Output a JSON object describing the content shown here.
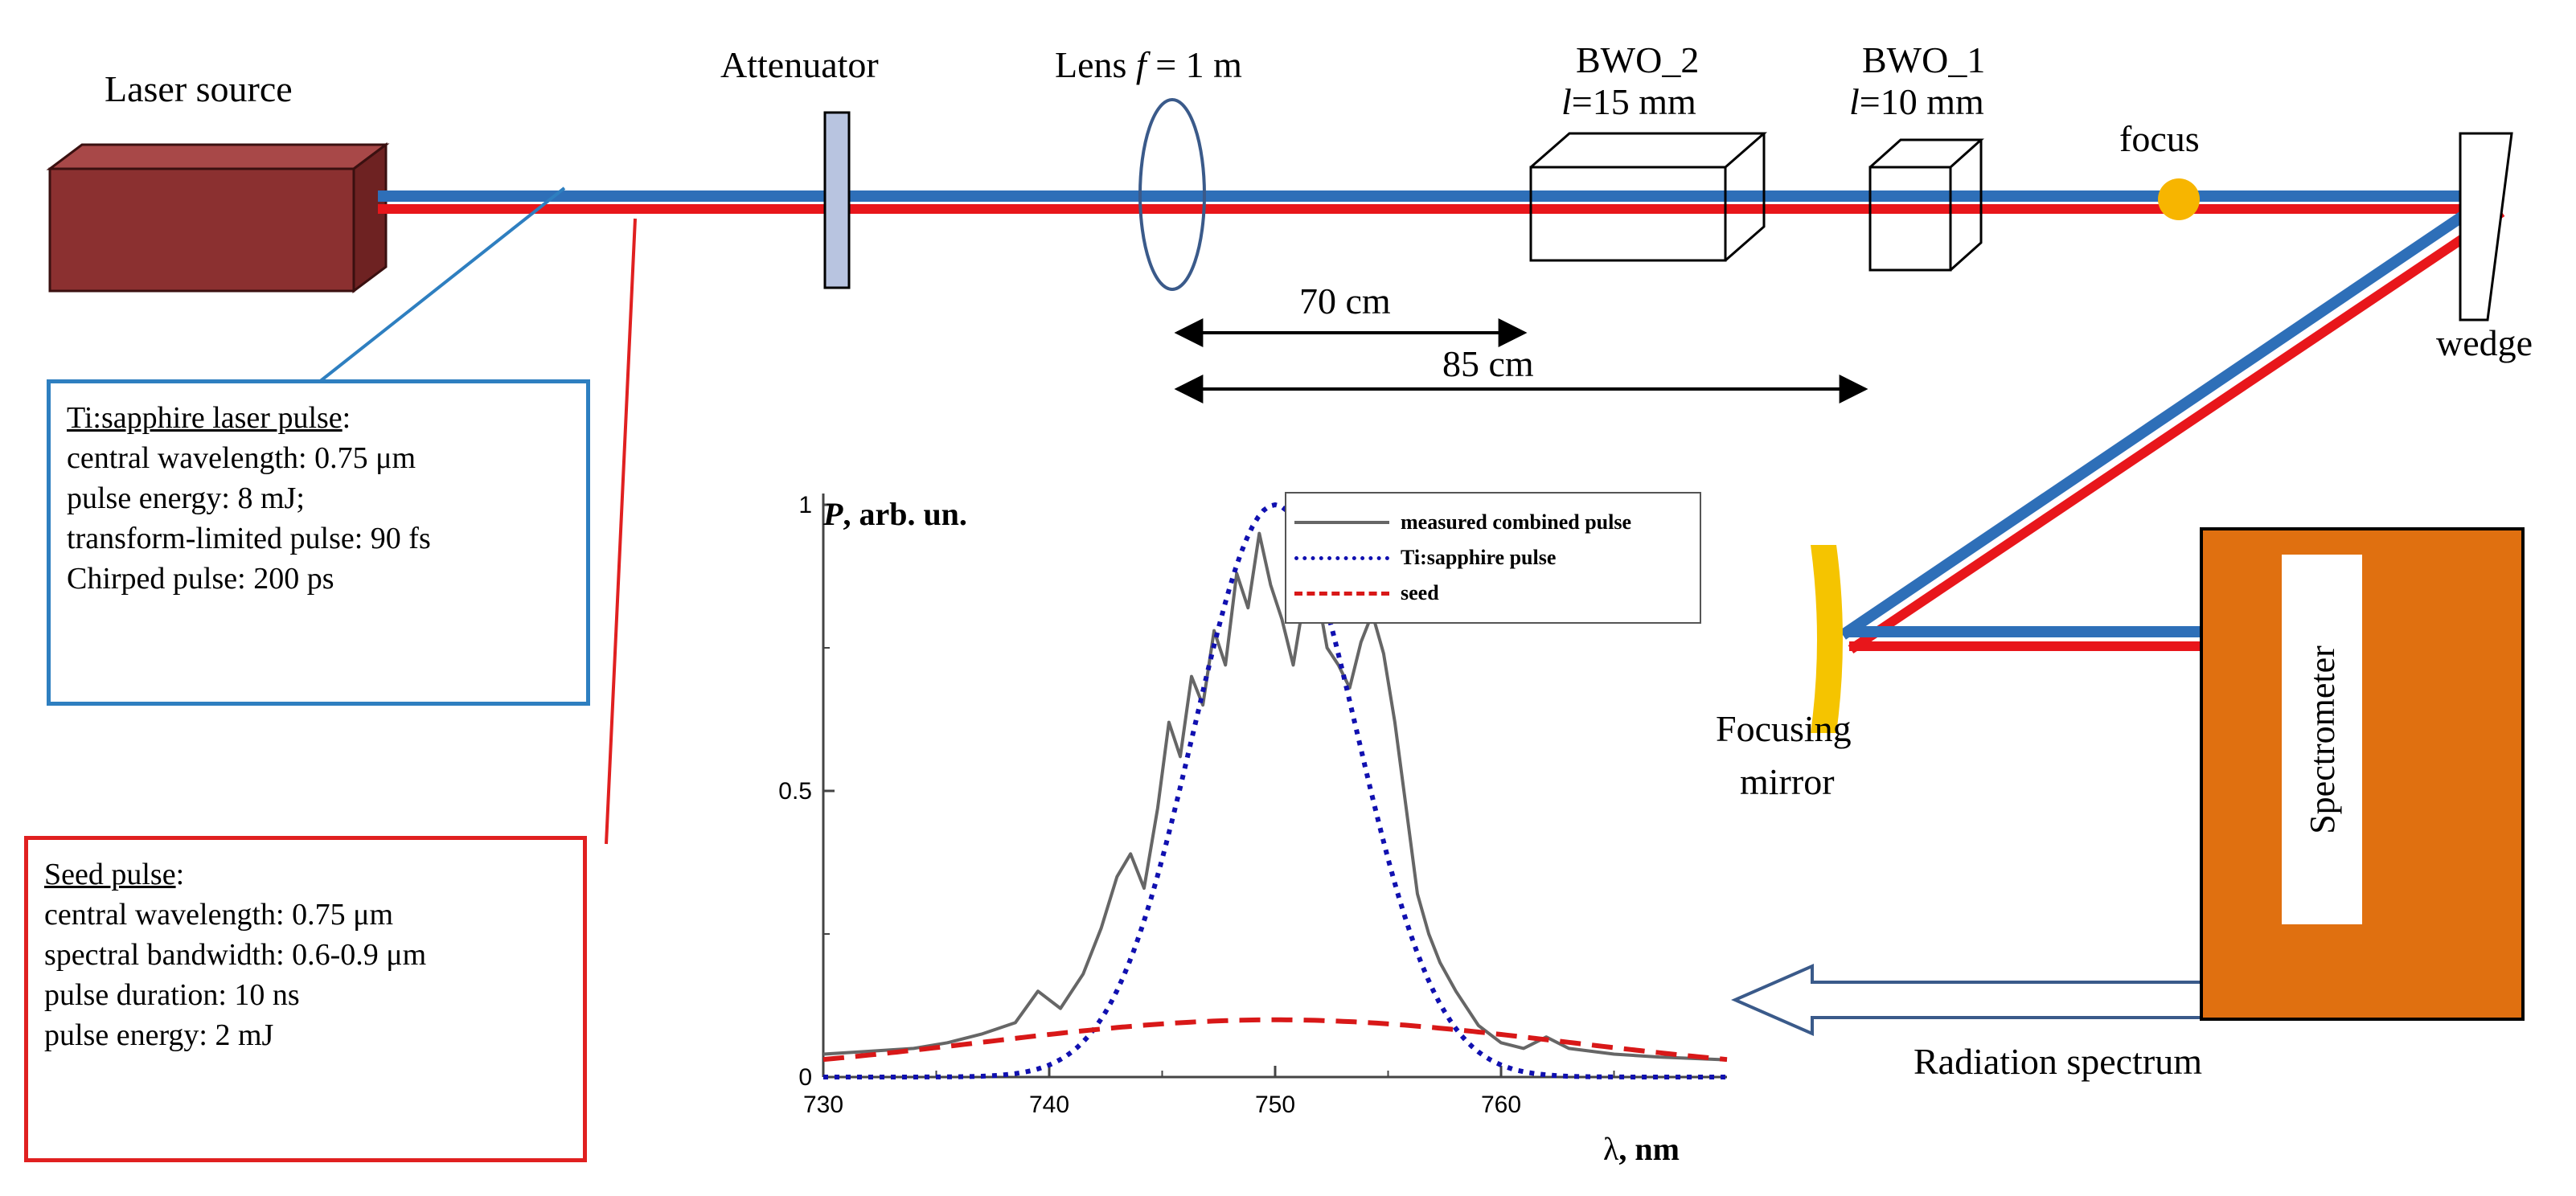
{
  "diagram": {
    "labels": {
      "laser_source": "Laser source",
      "attenuator": "Attenuator",
      "lens_prefix": "Lens ",
      "lens_f": "f",
      "lens_suffix": " = 1 m",
      "bwo2_name": "BWO_2",
      "bwo2_len_l": "l",
      "bwo2_len": "=15 mm",
      "bwo1_name": "BWO_1",
      "bwo1_len_l": "l",
      "bwo1_len": "=10 mm",
      "focus": "focus",
      "wedge": "wedge",
      "dist_70": "70 cm",
      "dist_85": "85 cm",
      "focusing_mirror_1": "Focusing",
      "focusing_mirror_2": "mirror",
      "spectrometer": "Spectrometer",
      "radiation_spectrum": "Radiation spectrum"
    },
    "ti_box": {
      "title": "Ti:sapphire laser pulse",
      "title_suffix": ":",
      "lines": [
        "central wavelength: 0.75 μm",
        "pulse energy: 8 mJ;",
        "transform-limited pulse: 90 fs",
        "Chirped pulse: 200 ps"
      ]
    },
    "seed_box": {
      "title": "Seed pulse",
      "title_suffix": ":",
      "lines": [
        "central wavelength: 0.75 μm",
        "spectral bandwidth: 0.6-0.9 μm",
        "pulse duration: 10 ns",
        "pulse energy: 2 mJ"
      ]
    },
    "colors": {
      "blue_beam": "#2e6fb8",
      "red_beam": "#e8161b",
      "laser_body": "#8b3030",
      "attenuator": "#b8c4e0",
      "focus_dot": "#f7b500",
      "mirror": "#f5c400",
      "spectrometer": "#e07010"
    }
  },
  "chart_data": {
    "type": "line",
    "ylabel_bold": "P",
    "ylabel_rest": ", arb. un.",
    "xlabel_sym": "λ",
    "xlabel_rest": ", nm",
    "xlim": [
      730,
      770
    ],
    "ylim": [
      0,
      1
    ],
    "x_ticks": [
      730,
      740,
      750,
      760
    ],
    "y_ticks": [
      {
        "value": 0,
        "label": "0"
      },
      {
        "value": 0.5,
        "label": "0.5"
      },
      {
        "value": 1,
        "label": "1"
      }
    ],
    "legend": [
      {
        "name": "measured combined pulse",
        "color": "#666666",
        "style": "solid"
      },
      {
        "name": "Ti:sapphire pulse",
        "color": "#1010b0",
        "style": "dotted"
      },
      {
        "name": "seed",
        "color": "#d81818",
        "style": "dashed"
      }
    ],
    "series": [
      {
        "name": "measured combined pulse",
        "x": [
          730,
          732,
          734,
          735.5,
          737,
          738.5,
          739.5,
          740.5,
          741.5,
          742.3,
          743,
          743.6,
          744.2,
          744.8,
          745.3,
          745.8,
          746.3,
          746.8,
          747.3,
          747.8,
          748.3,
          748.8,
          749.3,
          749.8,
          750.3,
          750.8,
          751.3,
          751.8,
          752.3,
          752.8,
          753.3,
          753.8,
          754.3,
          754.8,
          755.3,
          755.8,
          756.3,
          756.8,
          757.3,
          758,
          759,
          760,
          761,
          762,
          763,
          765,
          767,
          770
        ],
        "y": [
          0.04,
          0.045,
          0.05,
          0.06,
          0.075,
          0.095,
          0.15,
          0.12,
          0.18,
          0.26,
          0.35,
          0.39,
          0.33,
          0.47,
          0.62,
          0.56,
          0.7,
          0.65,
          0.78,
          0.72,
          0.88,
          0.82,
          0.95,
          0.86,
          0.8,
          0.72,
          0.84,
          0.86,
          0.75,
          0.72,
          0.68,
          0.76,
          0.81,
          0.74,
          0.62,
          0.47,
          0.32,
          0.25,
          0.2,
          0.15,
          0.09,
          0.06,
          0.05,
          0.07,
          0.05,
          0.04,
          0.035,
          0.03
        ]
      },
      {
        "name": "Ti:sapphire pulse",
        "function": "gaussian",
        "center": 750,
        "peak": 1.0,
        "sigma": 3.6
      },
      {
        "name": "seed",
        "function": "gaussian",
        "center": 750,
        "peak": 0.1,
        "sigma": 13
      }
    ]
  }
}
